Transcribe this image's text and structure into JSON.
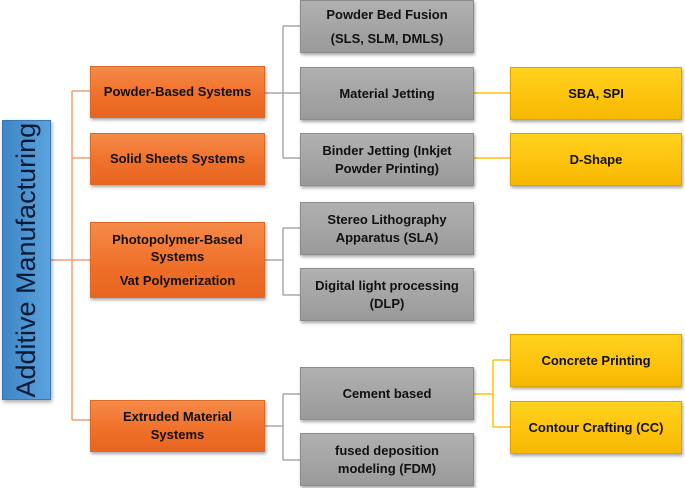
{
  "root": {
    "label": "Additive Manufacturing"
  },
  "categories": {
    "powder": "Powder-Based Systems",
    "solid": "Solid Sheets Systems",
    "photo_line1": "Photopolymer-Based Systems",
    "photo_line2": "Vat Polymerization",
    "extruded": "Extruded Material Systems"
  },
  "processes": {
    "pbf_line1": "Powder Bed Fusion",
    "pbf_line2": "(SLS, SLM, DMLS)",
    "material_jetting": "Material Jetting",
    "binder_jetting": "Binder Jetting (Inkjet Powder Printing)",
    "sla": "Stereo Lithography Apparatus (SLA)",
    "dlp": "Digital light processing (DLP)",
    "cement": "Cement based",
    "fdm": "fused deposition modeling (FDM)"
  },
  "examples": {
    "sba_spi": "SBA, SPI",
    "d_shape": "D-Shape",
    "concrete": "Concrete Printing",
    "contour": "Contour Crafting (CC)"
  },
  "colors": {
    "root": "#4a94d4",
    "category": "#ef6f28",
    "process": "#a6a6a6",
    "example": "#fcc20c",
    "connector_orange": "#f0a070",
    "connector_gray": "#a8a8a8",
    "connector_yellow": "#fcc20c"
  }
}
